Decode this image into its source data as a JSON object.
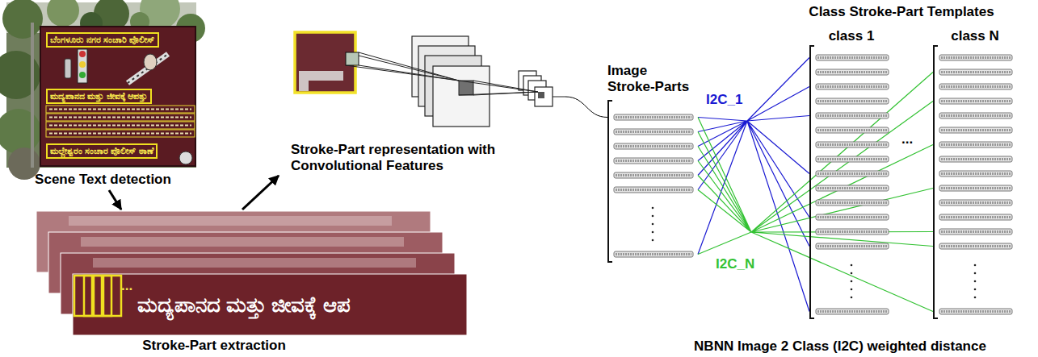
{
  "diagram": {
    "nodes": [
      {
        "text": [
          "Scene Text detection"
        ]
      },
      {
        "text": [
          "ಬೆಂಗಳೂರು ನಗರ ಸಂಚಾರಿ ಪೊಲೀಸ್"
        ],
        "in": 0
      },
      {
        "text": [
          "ಮದ್ಯಪಾನದ ಮತ್ತು ಜೀವಕ್ಕೆ ಆಪತ್ತು"
        ],
        "in": 0
      },
      {
        "text": [
          "ಮಲ್ಲೇಶ್ವರಂ ಸಂಚಾರ ಪೊಲೀಸ್ ಠಾಣೆ"
        ],
        "in": 0
      },
      {
        "text": [
          "ಮದ್ಯಪಾನದ ಮತ್ತು ಜೀವಕ್ಕೆ ಆಪ",
          "Stroke-Part extraction"
        ]
      },
      {
        "text": [
          "Stroke-Part representation with Convolutional Features"
        ]
      },
      {
        "text": [
          "Image Stroke-Parts"
        ]
      },
      {
        "text": [
          "Class Stroke-Part Templates"
        ]
      },
      {
        "text": [
          "class 1"
        ],
        "in": 7
      },
      {
        "text": [
          "class N"
        ],
        "in": 7
      }
    ],
    "edges": [
      {
        "from": 0,
        "to": 4,
        "arrow": "to"
      },
      {
        "from": 4,
        "to": 5,
        "arrow": "to"
      },
      {
        "from": 5,
        "to": 6,
        "arrow": "none"
      },
      {
        "from": 6,
        "to": 8,
        "arrow": "none",
        "label": "I2C_1"
      },
      {
        "from": 6,
        "to": 9,
        "arrow": "none",
        "label": "I2C_N"
      }
    ],
    "labels": [
      "...",
      "...",
      "NBNN Image 2 Class (I2C) weighted distance"
    ]
  }
}
